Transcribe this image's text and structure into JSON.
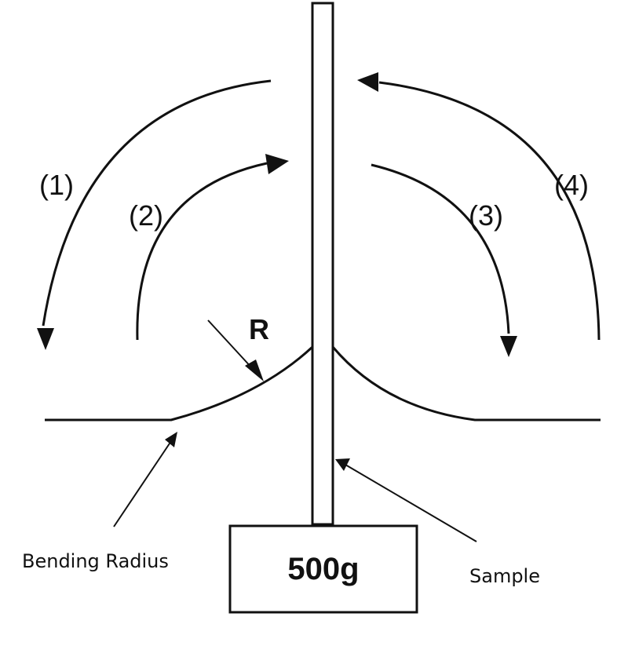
{
  "steps": {
    "step1": "(1)",
    "step2": "(2)",
    "step3": "(3)",
    "step4": "(4)"
  },
  "radius_label": "R",
  "weight_label": "500g",
  "callouts": {
    "bending_radius": "Bending Radius",
    "sample": "Sample"
  }
}
